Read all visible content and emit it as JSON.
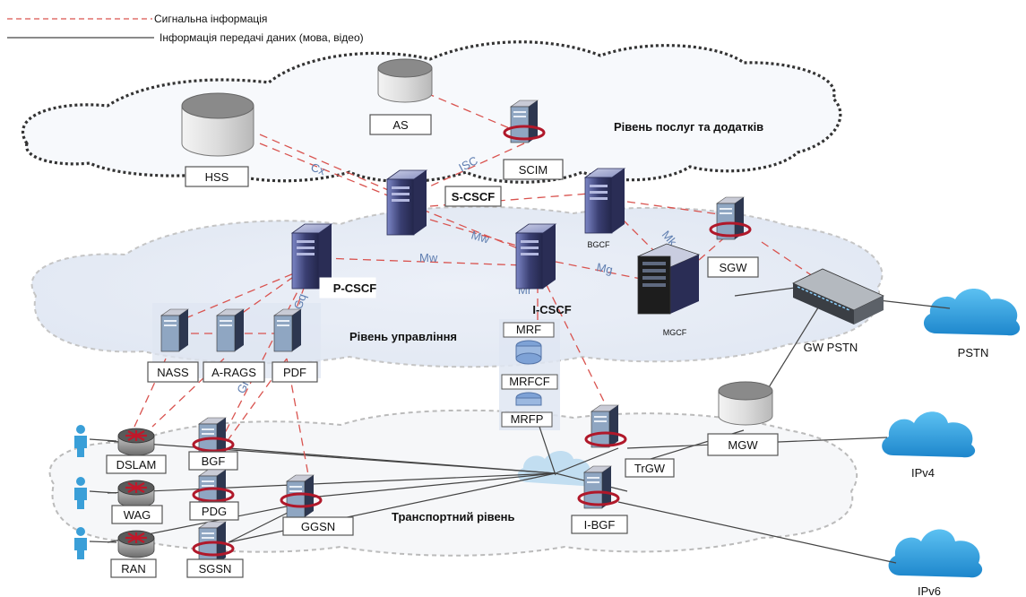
{
  "legend": {
    "signal": "Сигнальна інформація",
    "data": "Інформація передачі даних (мова, відео)"
  },
  "colors": {
    "signal_line": "#d9534f",
    "data_line": "#444444",
    "cloud_fill": "#2f9fe0",
    "server_body": "#3b3f6e",
    "router_red": "#b0182a",
    "person": "#3a9fd8",
    "db_top": "#8a8a8a"
  },
  "layers": {
    "services": "Рівень послуг та додатків",
    "control": "Рівень управління",
    "transport": "Транспортний рівень"
  },
  "nodes": {
    "as": "AS",
    "hss": "HSS",
    "scim": "SCIM",
    "scscf": "S-CSCF",
    "bgcf": "BGCF",
    "pcscf": "P-CSCF",
    "icscf": "I-CSCF",
    "sgw": "SGW",
    "mgcf": "MGCF",
    "gwpstn": "GW PSTN",
    "pstn": "PSTN",
    "nass": "NASS",
    "aragс": "A-RAGS",
    "pdf": "PDF",
    "mrf": "MRF",
    "mrfc": "MRFCF",
    "mrfp": "MRFP",
    "mgw": "MGW",
    "ipv4": "IPv4",
    "ipv6": "IPv6",
    "dslam": "DSLAM",
    "bgf": "BGF",
    "wag": "WAG",
    "pdg": "PDG",
    "ran": "RAN",
    "sgsn": "SGSN",
    "ggsn": "GGSN",
    "trgw": "TrGW",
    "ibgf": "I-BGF"
  },
  "interfaces": {
    "cx": "Cx",
    "isc": "ISC",
    "mw1": "Mw",
    "mw2": "Mw",
    "mr": "Mr",
    "mg": "Mg",
    "mk": "Mk",
    "gq": "Gq",
    "gm": "Gm"
  }
}
